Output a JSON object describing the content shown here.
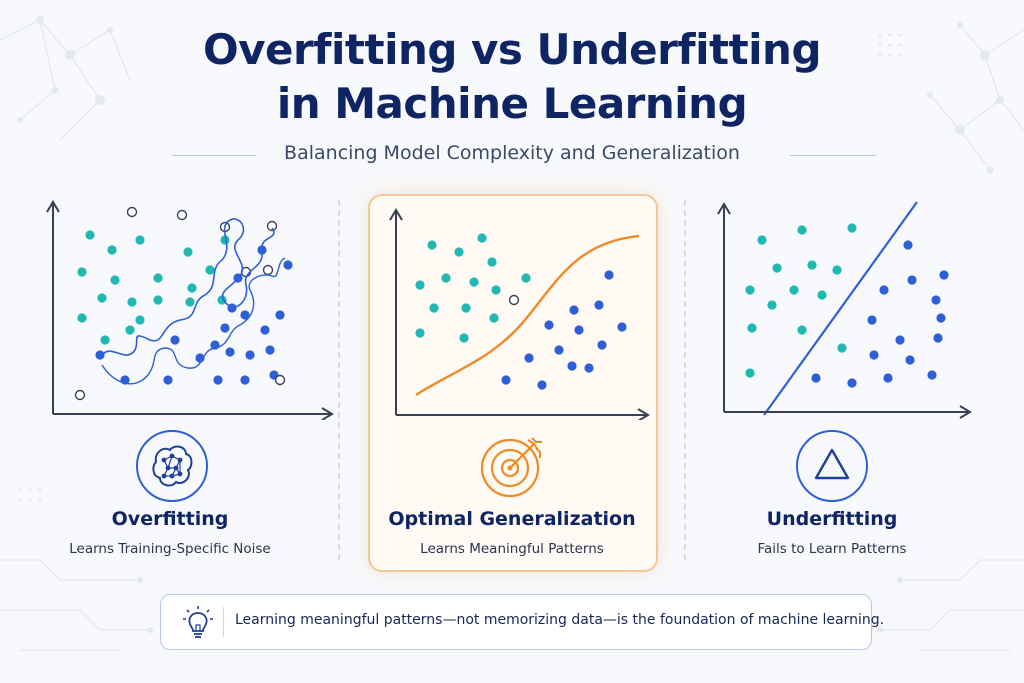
{
  "title": {
    "line1": "Overfitting vs Underfitting",
    "line2": "in Machine Learning"
  },
  "subtitle": "Balancing Model Complexity and Generalization",
  "colors": {
    "navy": "#0f2463",
    "teal": "#1fb8b3",
    "blue": "#2f5fd6",
    "orange": "#f08a24",
    "axis": "#3a3f55"
  },
  "panels": [
    {
      "id": "overfitting",
      "title": "Overfitting",
      "description": "Learns Training-Specific Noise",
      "icon": "neural-brain-icon",
      "fit": "wiggly-curve"
    },
    {
      "id": "optimal",
      "title": "Optimal Generalization",
      "description": "Learns Meaningful Patterns",
      "icon": "target-arrow-icon",
      "fit": "smooth-s-curve",
      "highlighted": true
    },
    {
      "id": "underfitting",
      "title": "Underfitting",
      "description": "Fails to Learn Patterns",
      "icon": "triangle-icon",
      "fit": "straight-line"
    }
  ],
  "footer": {
    "icon": "lightbulb-icon",
    "text": "Learning meaningful patterns—not memorizing data—is the foundation of machine learning."
  }
}
